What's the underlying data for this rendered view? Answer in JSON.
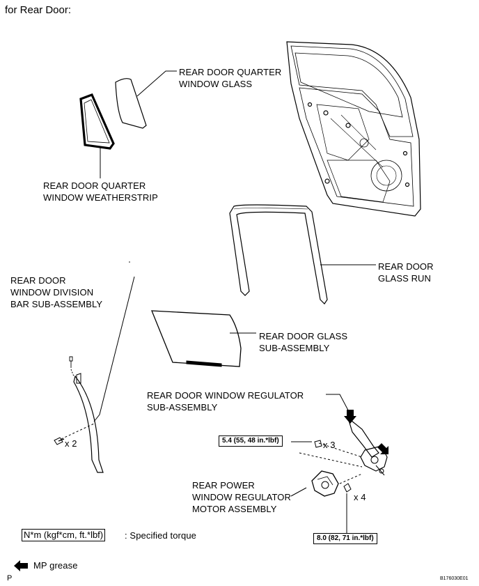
{
  "title": "for Rear Door:",
  "labels": {
    "quarter_glass": "REAR DOOR QUARTER\nWINDOW GLASS",
    "quarter_weatherstrip": "REAR DOOR QUARTER\nWINDOW WEATHERSTRIP",
    "glass_run": "REAR DOOR\nGLASS RUN",
    "division_bar": "REAR DOOR\nWINDOW DIVISION\nBAR SUB-ASSEMBLY",
    "glass_sub": "REAR DOOR GLASS\nSUB-ASSEMBLY",
    "regulator": "REAR DOOR WINDOW REGULATOR\nSUB-ASSEMBLY",
    "motor": "REAR POWER\nWINDOW REGULATOR\nMOTOR ASSEMBLY"
  },
  "torque": {
    "regulator": "5.4 (55, 48 in.*lbf)",
    "motor": "8.0 (82, 71 in.*lbf)"
  },
  "quantities": {
    "division_bar_bolt": "x 2",
    "regulator_bolts": "x 3",
    "motor_bolts": "x 4"
  },
  "legend": {
    "torque_unit": "N*m (kgf*cm, ft.*lbf)",
    "torque_desc": ": Specified torque",
    "grease": "MP grease"
  },
  "footer": {
    "left_code": "P",
    "right_code": "B176030E01"
  }
}
